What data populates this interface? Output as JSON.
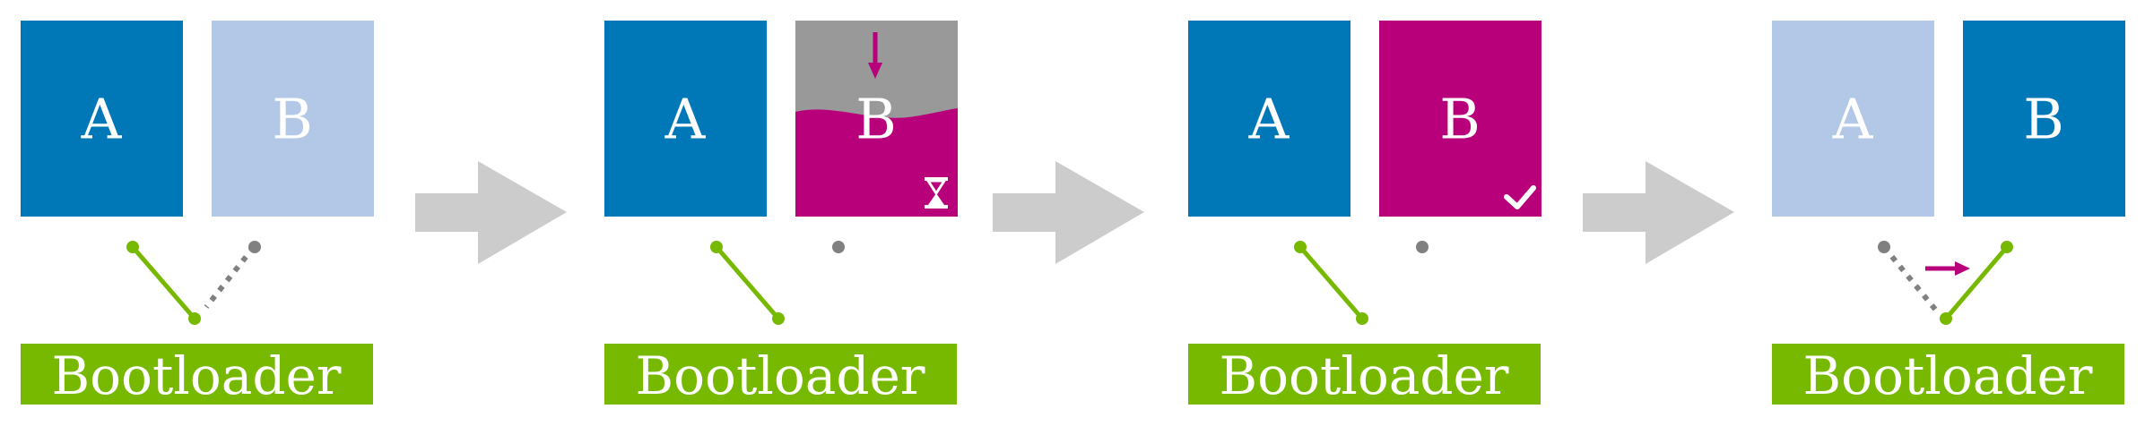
{
  "colors": {
    "active_slot": "#0077b6",
    "inactive_slot": "#b3c7e6",
    "updating_slot": "#b8007a",
    "empty_fill": "#999999",
    "bootloader": "#77b900",
    "connected_line": "#77b900",
    "disconnected_dot": "#808080",
    "arrow": "#cccccc",
    "accent": "#b8007a"
  },
  "stages": [
    {
      "slot_a": {
        "label": "A",
        "state": "active"
      },
      "slot_b": {
        "label": "B",
        "state": "inactive"
      },
      "boots_from": "A",
      "bootloader": {
        "label": "Bootloader"
      }
    },
    {
      "slot_a": {
        "label": "A",
        "state": "active"
      },
      "slot_b": {
        "label": "B",
        "state": "updating",
        "icon": "hourglass-icon",
        "indicator": "arrow-down-icon"
      },
      "boots_from": "A",
      "bootloader": {
        "label": "Bootloader"
      }
    },
    {
      "slot_a": {
        "label": "A",
        "state": "active"
      },
      "slot_b": {
        "label": "B",
        "state": "updated",
        "icon": "checkmark-icon"
      },
      "boots_from": "A",
      "bootloader": {
        "label": "Bootloader"
      }
    },
    {
      "slot_a": {
        "label": "A",
        "state": "inactive"
      },
      "slot_b": {
        "label": "B",
        "state": "active"
      },
      "boots_from": "B",
      "switch_indicator": "arrow-right-icon",
      "bootloader": {
        "label": "Bootloader"
      }
    }
  ],
  "transition_icon": "arrow-right-icon"
}
